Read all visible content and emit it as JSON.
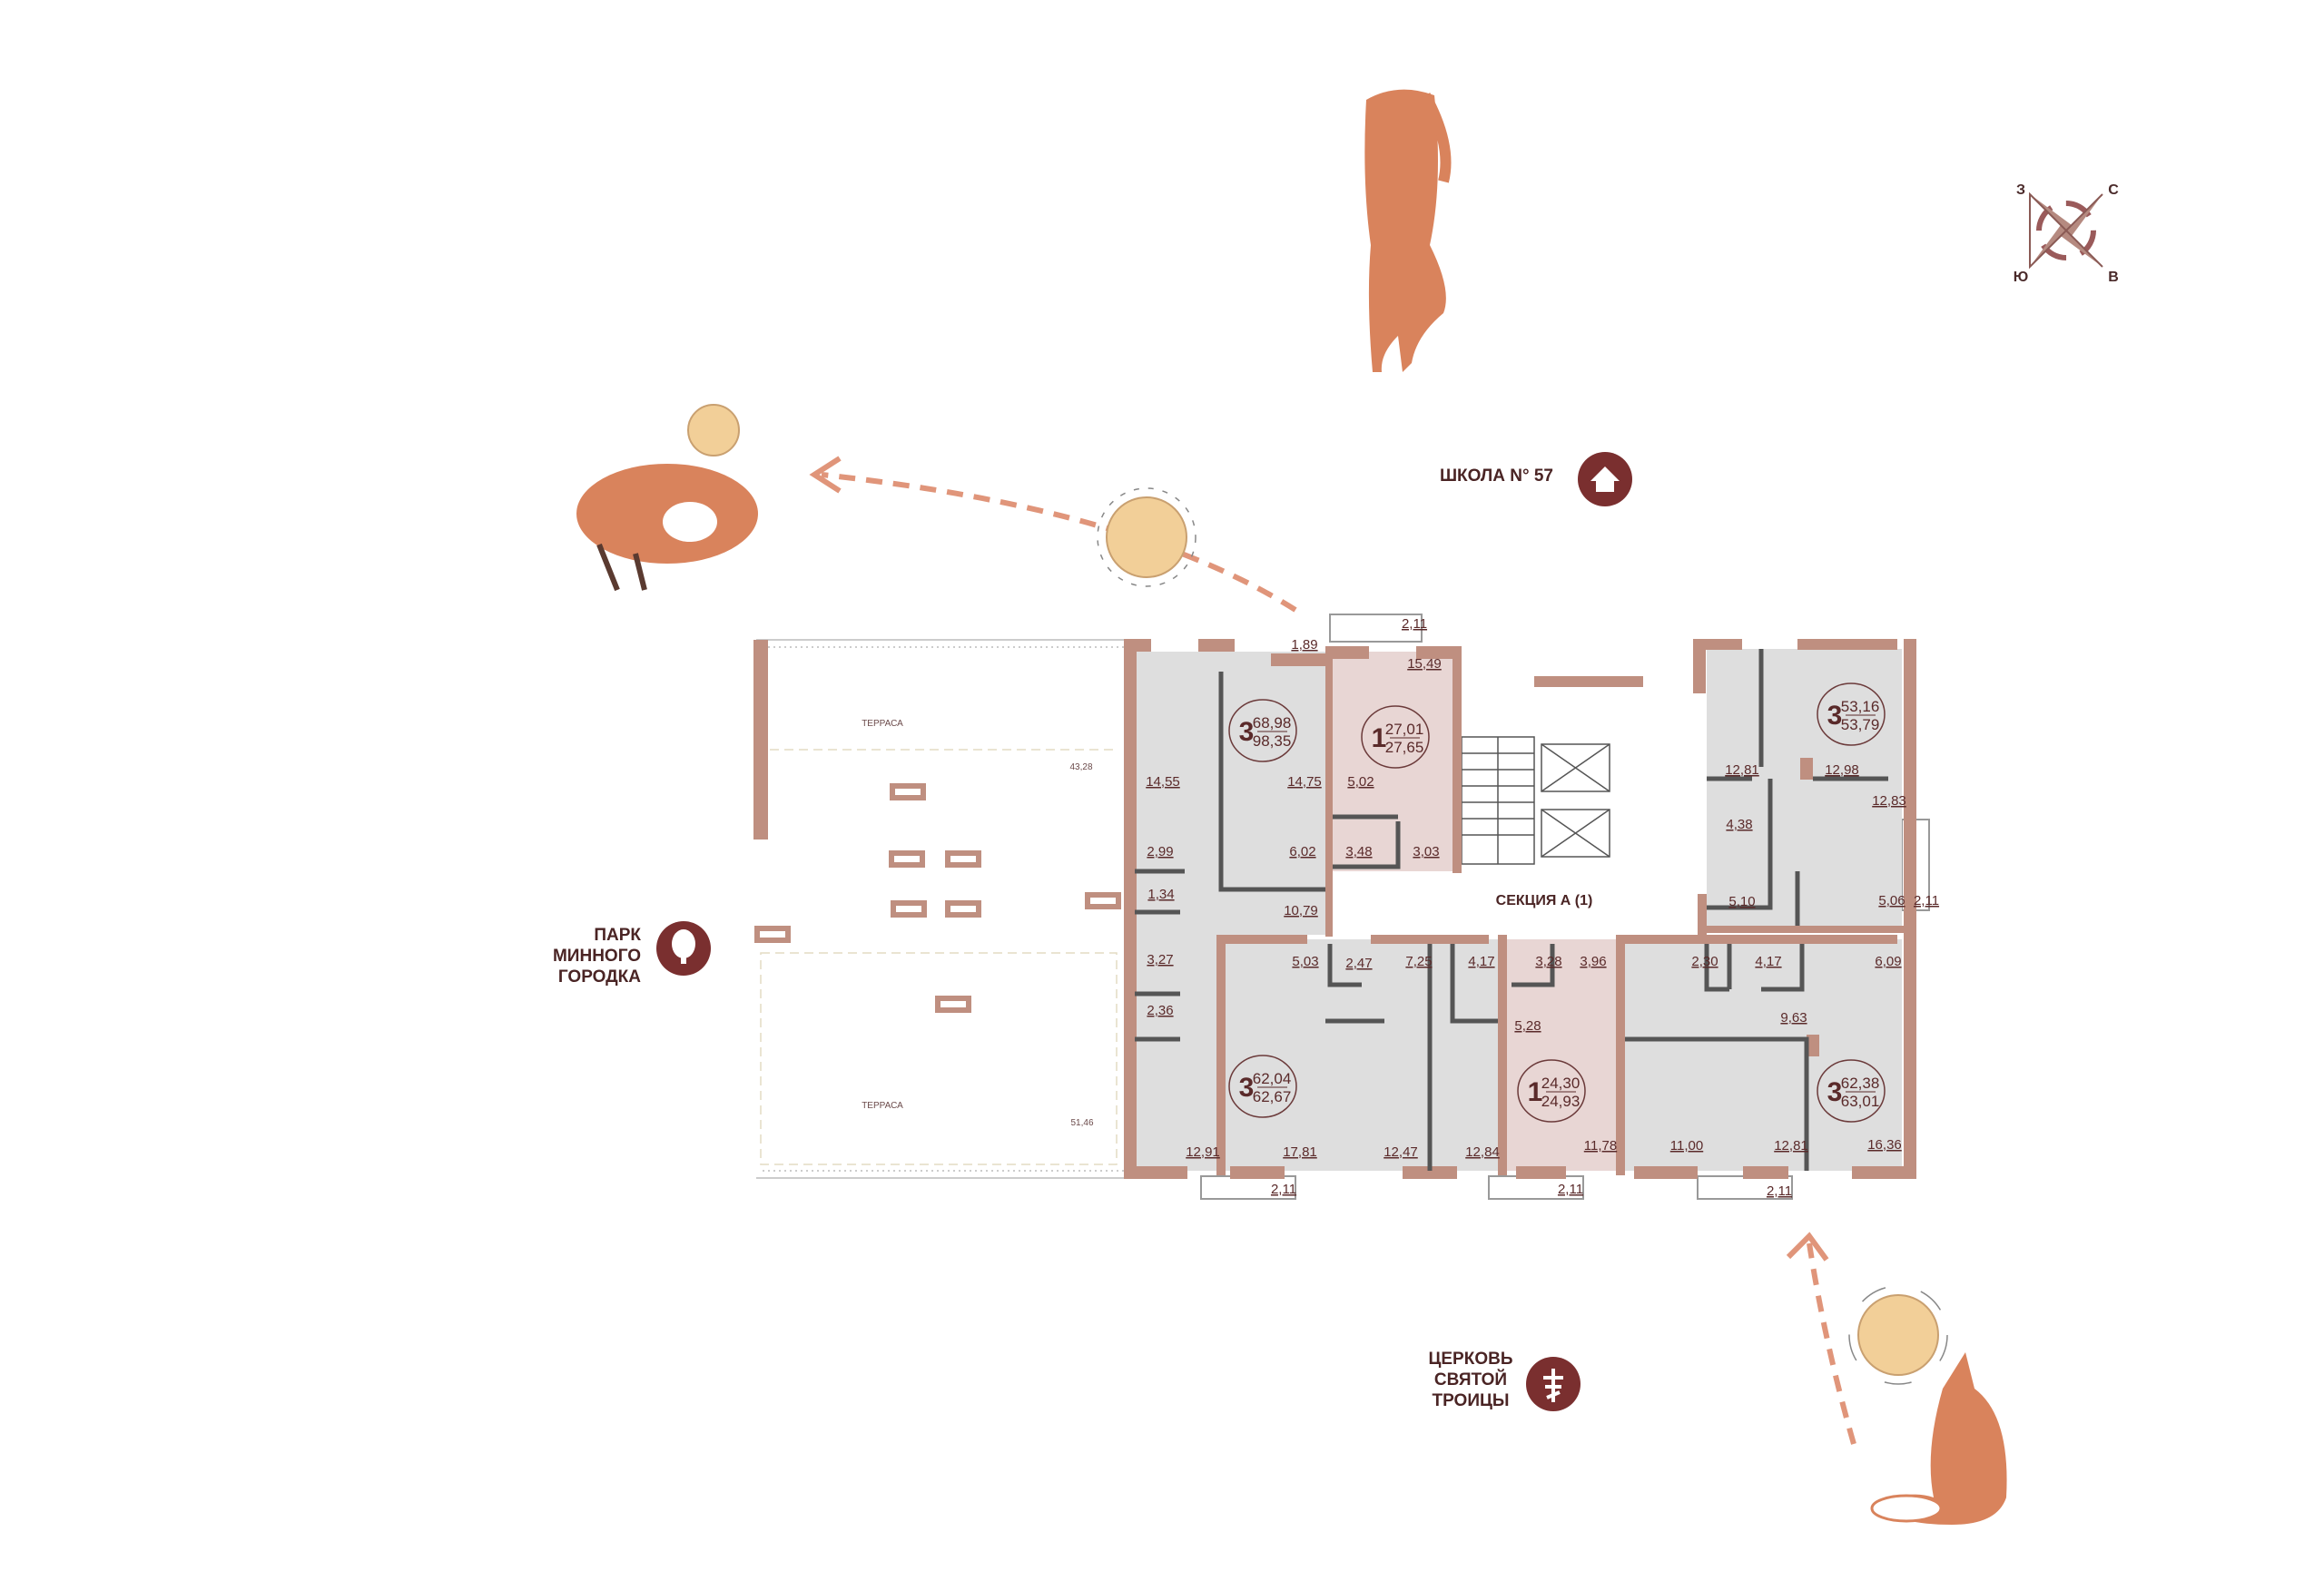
{
  "section_label": "СЕКЦИЯ А (1)",
  "terraces": [
    {
      "label": "ТЕРРАСА",
      "area": "43,28"
    },
    {
      "label": "ТЕРРАСА",
      "area": "51,46"
    }
  ],
  "apartments": [
    {
      "rooms": "3",
      "living_area": "68,98",
      "total_area": "98,35"
    },
    {
      "rooms": "1",
      "living_area": "27,01",
      "total_area": "27,65"
    },
    {
      "rooms": "3",
      "living_area": "53,16",
      "total_area": "53,79"
    },
    {
      "rooms": "3",
      "living_area": "62,04",
      "total_area": "62,67"
    },
    {
      "rooms": "1",
      "living_area": "24,30",
      "total_area": "24,93"
    },
    {
      "rooms": "3",
      "living_area": "62,38",
      "total_area": "63,01"
    }
  ],
  "room_areas": [
    "2,11",
    "1,89",
    "15,49",
    "14,55",
    "14,75",
    "5,02",
    "2,99",
    "6,02",
    "3,48",
    "3,03",
    "1,34",
    "10,79",
    "3,27",
    "5,03",
    "2,47",
    "7,25",
    "4,17",
    "3,28",
    "3,96",
    "2,30",
    "4,17",
    "6,09",
    "2,36",
    "5,28",
    "9,63",
    "12,81",
    "12,98",
    "12,83",
    "4,38",
    "5,10",
    "5,06",
    "2,11",
    "12,91",
    "17,81",
    "12,47",
    "12,84",
    "11,78",
    "11,00",
    "12,81",
    "16,36",
    "2,11",
    "2,11",
    "2,11"
  ],
  "landmarks": {
    "school": {
      "label": "ШКОЛА N° 57",
      "icon": "school-icon"
    },
    "park": {
      "lines": [
        "ПАРК",
        "МИННОГО",
        "ГОРОДКА"
      ],
      "icon": "tree-icon"
    },
    "church": {
      "lines": [
        "ЦЕРКОВЬ",
        "СВЯТОЙ",
        "ТРОИЦЫ"
      ],
      "icon": "orthodox-cross-icon"
    }
  },
  "compass": {
    "n": "С",
    "e": "В",
    "s": "Ю",
    "w": "З"
  },
  "colors": {
    "wall": "#bf8f80",
    "room": "#dedede",
    "highlight": "#e8d6d4",
    "accent": "#7a2f2f",
    "fox": "#d9835c",
    "sun": "#f2cf98"
  }
}
